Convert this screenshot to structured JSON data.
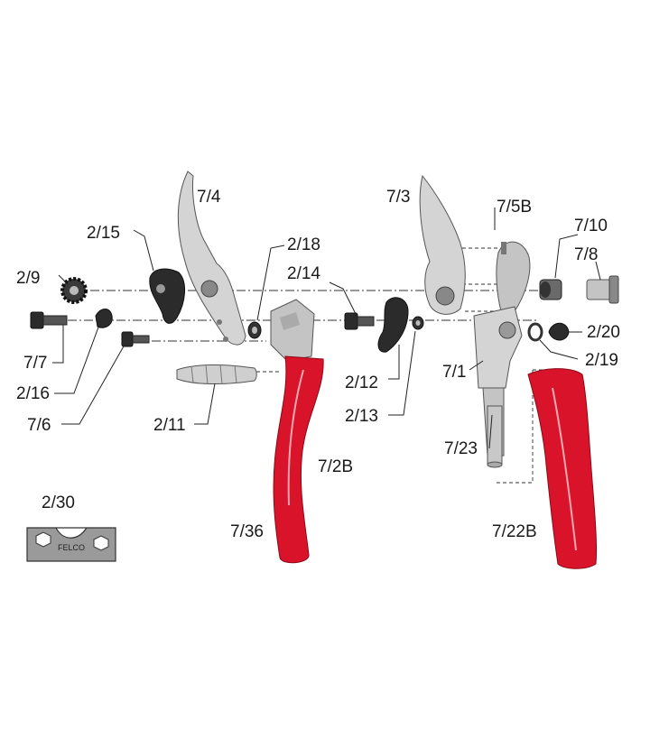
{
  "colors": {
    "handle_red": "#d9132a",
    "steel_grey": "#d4d4d4",
    "dark_part": "#2b2b2b",
    "line": "#222222"
  },
  "parts": {
    "p7_4": "7/4",
    "p2_15": "2/15",
    "p2_18": "2/18",
    "p2_14": "2/14",
    "p2_9": "2/9",
    "p7_7": "7/7",
    "p2_16": "2/16",
    "p7_6": "7/6",
    "p2_11": "2/11",
    "p7_3": "7/3",
    "p7_5B": "7/5B",
    "p7_10": "7/10",
    "p7_8": "7/8",
    "p2_20": "2/20",
    "p2_19": "2/19",
    "p2_12": "2/12",
    "p2_13": "2/13",
    "p7_1": "7/1",
    "p7_23": "7/23",
    "p7_2B": "7/2B",
    "p7_36": "7/36",
    "p7_22B": "7/22B",
    "p2_30": "2/30"
  },
  "tool_logo_text": "FELCO"
}
